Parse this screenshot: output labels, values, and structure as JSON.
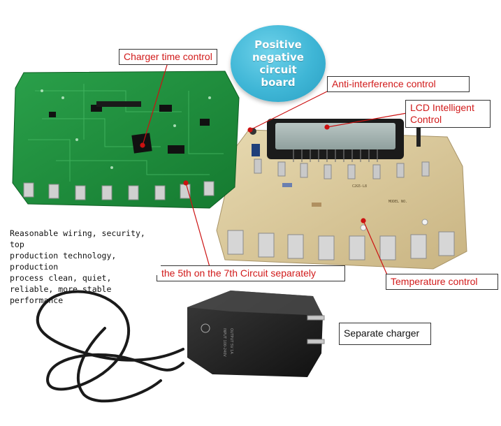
{
  "title_bubble": "Positive negative circuit board",
  "callouts": {
    "charger_time": "Charger time control",
    "anti_interference": "Anti-interference control",
    "lcd_control": "LCD Intelligent\nControl",
    "circuit_separately": "the 5th on the 7th Circuit separately",
    "temperature": "Temperature control",
    "separate_charger": "Separate charger"
  },
  "description": "Reasonable wiring, security, top\nproduction technology, production\nprocess clean, quiet, reliable, more stable\nperformance",
  "colors": {
    "callout_text": "#d11a1a",
    "leader_line": "#cc1111",
    "bubble": "#3fb6d6",
    "green_pcb": "#1e8a3a",
    "tan_pcb": "#d8c79a"
  }
}
